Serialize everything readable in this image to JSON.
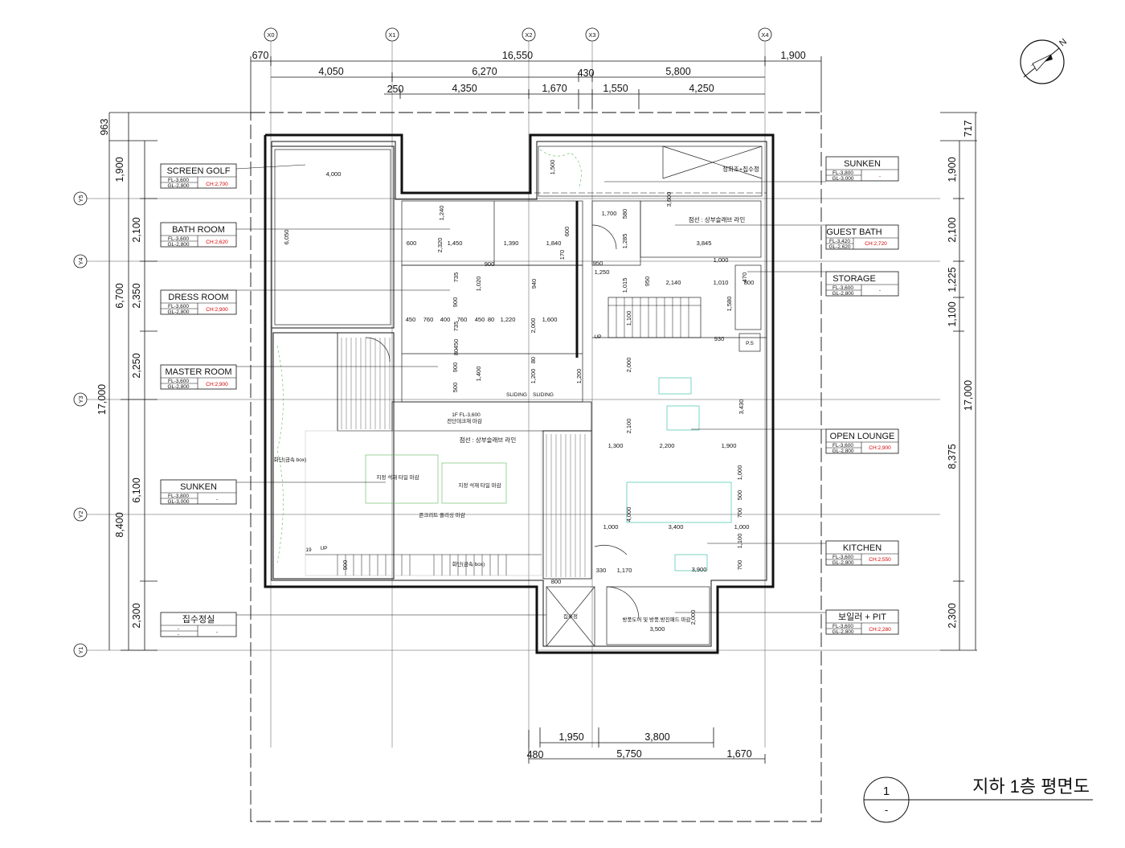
{
  "title": "지하 1층 평면도",
  "drawing_no": {
    "top": "1",
    "bottom": "-"
  },
  "grid_x": [
    "X0",
    "X1",
    "X2",
    "X3",
    "X4"
  ],
  "grid_y": [
    "Y5",
    "Y4",
    "Y3",
    "Y2",
    "Y1"
  ],
  "dims_top": {
    "overall": "16,550",
    "left": "670",
    "right": "1,900",
    "row2": [
      "4,050",
      "6,270",
      "430",
      "5,800"
    ],
    "row3": [
      "250",
      "4,350",
      "1,670",
      "1,550",
      "4,250"
    ]
  },
  "dims_left": {
    "top": "963",
    "detail": [
      "1,900",
      "2,100",
      "2,350",
      "2,250",
      "6,100",
      "2,300"
    ],
    "mid": [
      "6,700",
      "8,400"
    ],
    "overall": "17,000"
  },
  "dims_right": {
    "top": "717",
    "detail": [
      "1,900",
      "2,100",
      "1,225",
      "1,100",
      "2,300"
    ],
    "mid": "8,375",
    "overall": "17,000"
  },
  "dims_bottom": {
    "row1": [
      "1,950",
      "3,800"
    ],
    "row2": [
      "480",
      "5,750",
      "1,670"
    ]
  },
  "room_tags_left": [
    {
      "name": "SCREEN GOLF",
      "fl": "FL-3,600",
      "gl": "GL-2,800",
      "ch": "CH:2,700"
    },
    {
      "name": "BATH ROOM",
      "fl": "FL-3,600",
      "gl": "GL-2,800",
      "ch": "CH:2,620"
    },
    {
      "name": "DRESS ROOM",
      "fl": "FL-3,600",
      "gl": "GL-2,800",
      "ch": "CH:2,900"
    },
    {
      "name": "MASTER ROOM",
      "fl": "FL-3,600",
      "gl": "GL-2,800",
      "ch": "CH:2,900"
    },
    {
      "name": "SUNKEN",
      "fl": "FL-3,800",
      "gl": "GL-3,000",
      "ch": "-"
    },
    {
      "name": "집수정실",
      "fl": "-",
      "gl": "-",
      "ch": "-"
    }
  ],
  "room_tags_right": [
    {
      "name": "SUNKEN",
      "fl": "FL-3,800",
      "gl": "GL-3,000",
      "ch": "-"
    },
    {
      "name": "GUEST BATH",
      "fl": "FL-3,420",
      "gl": "GL-2,620",
      "ch": "CH:2,720"
    },
    {
      "name": "STORAGE",
      "fl": "FL-3,600",
      "gl": "GL-2,800",
      "ch": "-"
    },
    {
      "name": "OPEN LOUNGE",
      "fl": "FL-3,600",
      "gl": "GL-2,800",
      "ch": "CH:2,900"
    },
    {
      "name": "KITCHEN",
      "fl": "FL-3,600",
      "gl": "GL-2,800",
      "ch": "CH:2,550"
    },
    {
      "name": "보일러 + PIT",
      "fl": "FL-3,600",
      "gl": "GL-2,800",
      "ch": "CH:2,280"
    }
  ],
  "annotations": {
    "filter": "정화조+집수정",
    "slab_line": "점선 : 상부슬래브 라인",
    "slab_line2": "점선 : 상부슬래브 라인",
    "tile1": "지정 석재 타일 마감",
    "tile2": "지정 석재 타일 마감",
    "concrete": "콘크리트 폴리싱 마감",
    "bench1": "화단(금속 box)",
    "bench2": "화단(금속 box)",
    "pit": "집수정",
    "pit_finish": "방풍도어 및 방풍,방진패드 마감",
    "deck": "전단데크재 마감",
    "fl1f": "1F FL-3,600",
    "sliding1": "SLIDING",
    "sliding2": "SLIDING",
    "up1": "UP",
    "up2": "UP",
    "ps": "P.S",
    "stair_count": "19"
  },
  "inner_dims": [
    "4,000",
    "6,050",
    "1,500",
    "600",
    "1,240",
    "2,320",
    "1,450",
    "1,390",
    "1,840",
    "600",
    "900",
    "170",
    "950",
    "1,700",
    "580",
    "1,285",
    "1,250",
    "1,015",
    "950",
    "2,140",
    "1,010",
    "800",
    "3,600",
    "3,845",
    "1,000",
    "470",
    "1,580",
    "930",
    "735",
    "1,020",
    "940",
    "900",
    "450",
    "760",
    "400",
    "760",
    "450",
    "80",
    "1,220",
    "2,000",
    "1,600",
    "735",
    "80",
    "450",
    "900",
    "1,400",
    "1,200",
    "1,200",
    "500",
    "80",
    "1,100",
    "2,000",
    "2,100",
    "3,430",
    "1,300",
    "2,200",
    "1,900",
    "1,000",
    "500",
    "4,000",
    "700",
    "1,000",
    "3,400",
    "1,000",
    "1,100",
    "700",
    "3,900",
    "330",
    "1,170",
    "800",
    "2,000",
    "3,500",
    "900"
  ]
}
